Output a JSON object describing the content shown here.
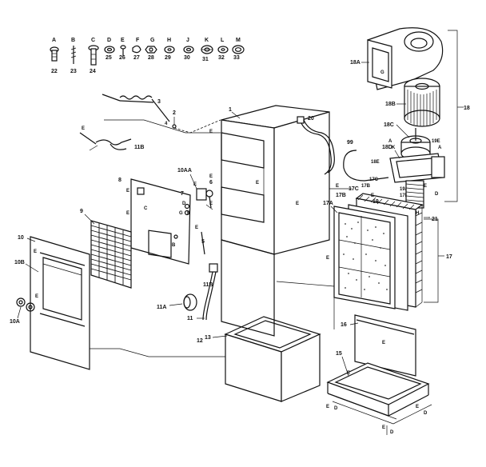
{
  "hardware": [
    {
      "letter": "A",
      "number": "22"
    },
    {
      "letter": "B",
      "number": "23"
    },
    {
      "letter": "C",
      "number": "24"
    },
    {
      "letter": "D",
      "number": "25"
    },
    {
      "letter": "E",
      "number": "26"
    },
    {
      "letter": "F",
      "number": "27"
    },
    {
      "letter": "G",
      "number": "28"
    },
    {
      "letter": "H",
      "number": "29"
    },
    {
      "letter": "J",
      "number": "30"
    },
    {
      "letter": "K",
      "number": "31"
    },
    {
      "letter": "L",
      "number": "32"
    },
    {
      "letter": "M",
      "number": "33"
    }
  ],
  "labels": {
    "l1": "1",
    "l2": "2",
    "l3": "3",
    "l4": "4",
    "l5": "5",
    "l6": "6",
    "l7": "7",
    "l8": "8",
    "l9": "9",
    "l10": "10",
    "l10b": "10B",
    "l10a": "10A",
    "l10aa": "10AA",
    "l11": "11",
    "l11a": "11A",
    "l11b": "11B",
    "l12": "12",
    "l13": "13",
    "l15": "15",
    "l16": "16",
    "l17": "17",
    "l17a": "17A",
    "l17b": "17B",
    "l17c": "17C",
    "l17d": "17D",
    "l18": "18",
    "l18a": "18A",
    "l18b": "18B",
    "l18c": "18C",
    "l18d": "18D",
    "l18e": "18E",
    "l19": "19",
    "l19a": "19A",
    "l20": "20",
    "l21": "21",
    "l99": "99"
  }
}
